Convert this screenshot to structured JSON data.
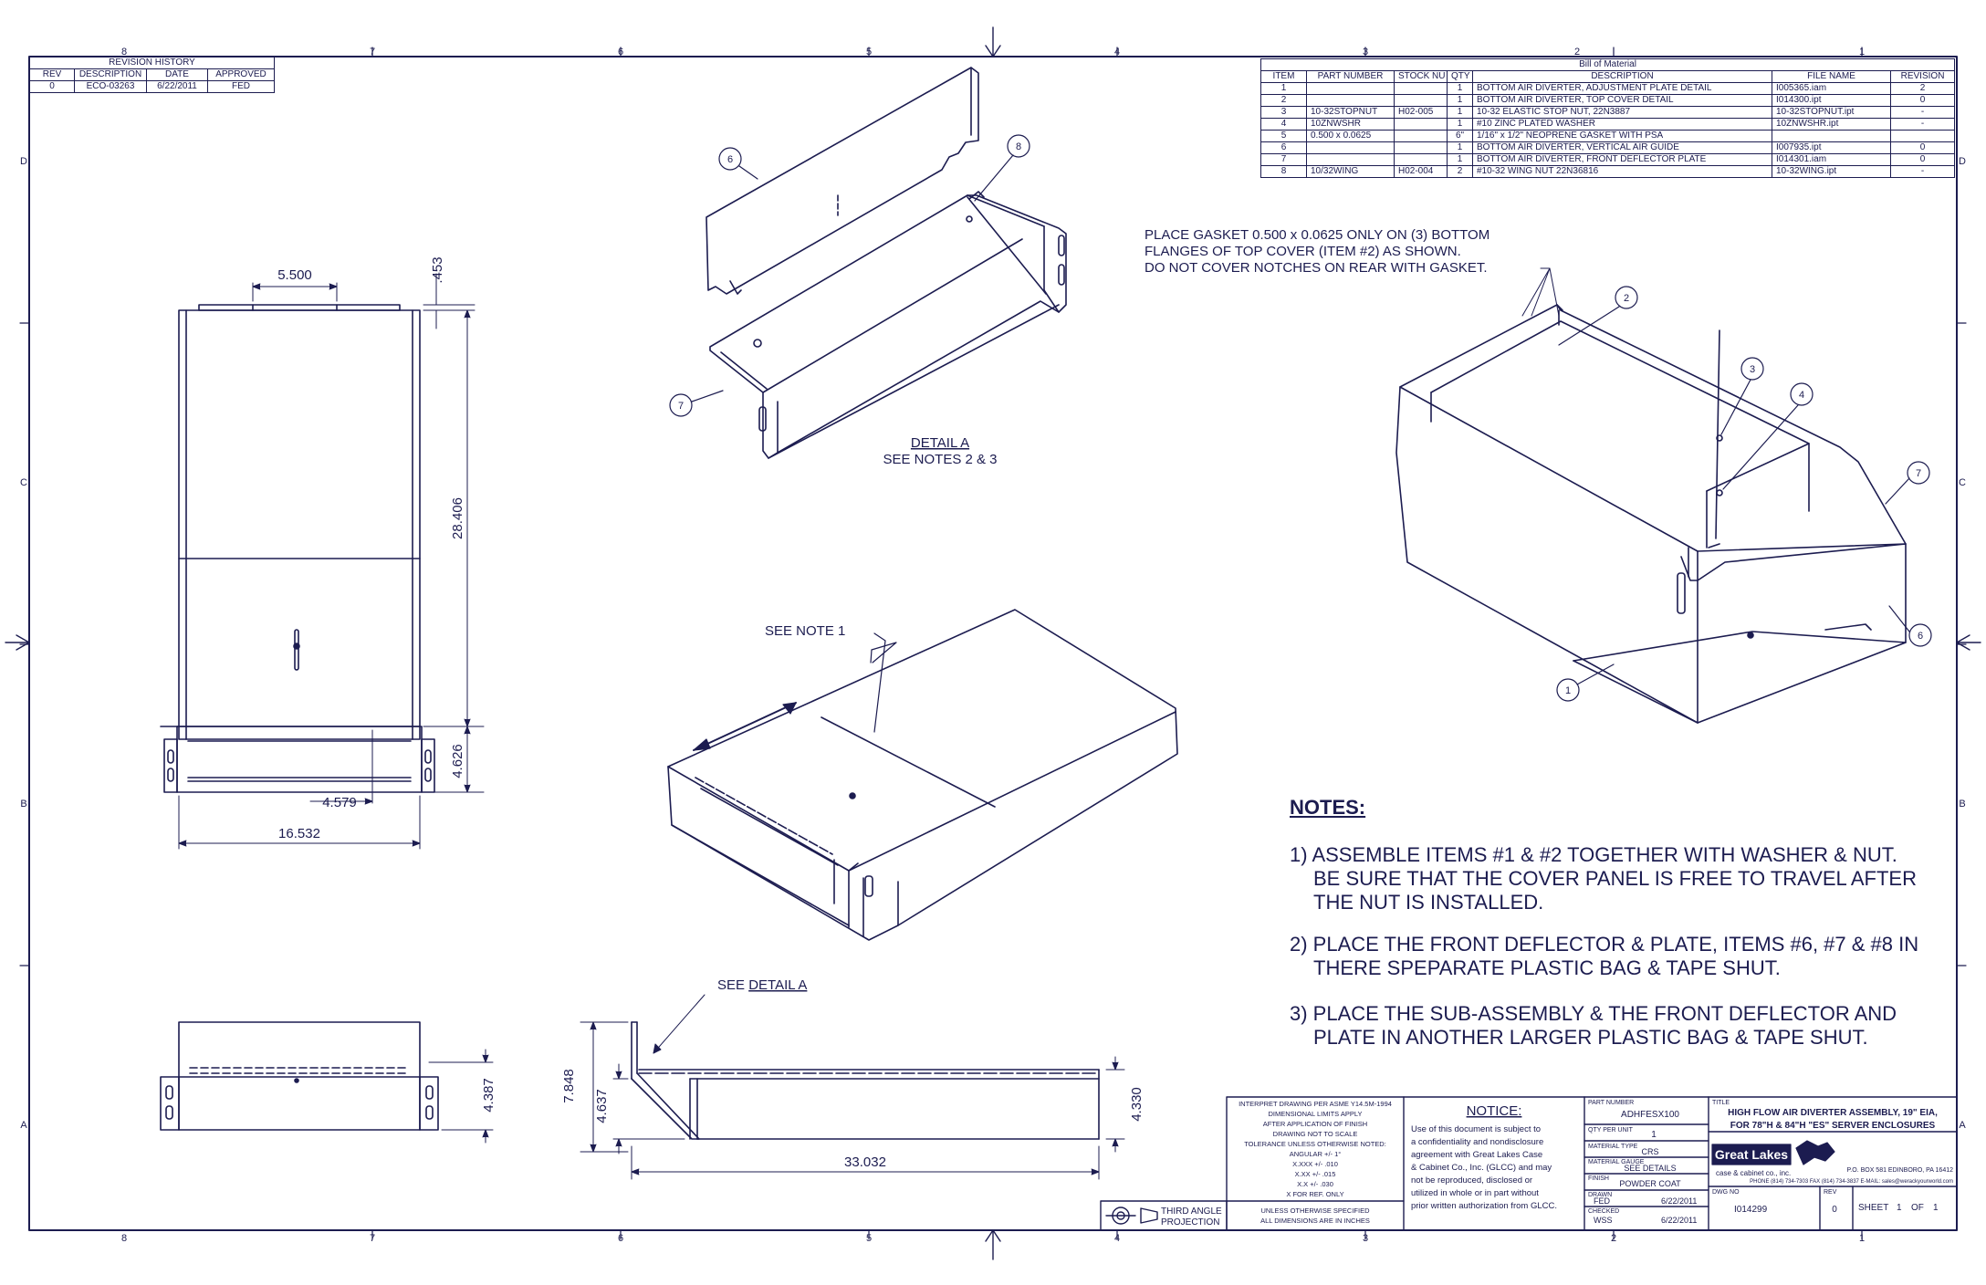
{
  "zones": {
    "columns": [
      "8",
      "7",
      "6",
      "5",
      "4",
      "3",
      "2",
      "1"
    ],
    "rows": [
      "D",
      "C",
      "B",
      "A"
    ]
  },
  "revision_history": {
    "title": "REVISION HISTORY",
    "headers": [
      "REV",
      "DESCRIPTION",
      "DATE",
      "APPROVED"
    ],
    "rows": [
      [
        "0",
        "ECO-03263",
        "6/22/2011",
        "FED"
      ]
    ]
  },
  "bill_of_material": {
    "title": "Bill of Material",
    "headers": [
      "ITEM",
      "PART NUMBER",
      "STOCK NU",
      "QTY",
      "DESCRIPTION",
      "FILE NAME",
      "REVISION"
    ],
    "rows": [
      [
        "1",
        "",
        "",
        "1",
        "BOTTOM AIR DIVERTER, ADJUSTMENT PLATE DETAIL",
        "I005365.iam",
        "2"
      ],
      [
        "2",
        "",
        "",
        "1",
        "BOTTOM AIR DIVERTER, TOP COVER DETAIL",
        "I014300.ipt",
        "0"
      ],
      [
        "3",
        "10-32STOPNUT",
        "H02-005",
        "1",
        "10-32 ELASTIC STOP NUT, 22N3887",
        "10-32STOPNUT.ipt",
        "-"
      ],
      [
        "4",
        "10ZNWSHR",
        "",
        "1",
        "#10 ZINC PLATED WASHER",
        "10ZNWSHR.ipt",
        "-"
      ],
      [
        "5",
        "0.500 x 0.0625",
        "",
        "6\"",
        "1/16\" x 1/2\" NEOPRENE GASKET WITH PSA",
        "",
        ""
      ],
      [
        "6",
        "",
        "",
        "1",
        "BOTTOM AIR DIVERTER, VERTICAL AIR GUIDE",
        "I007935.ipt",
        "0"
      ],
      [
        "7",
        "",
        "",
        "1",
        "BOTTOM AIR DIVERTER, FRONT DEFLECTOR PLATE",
        "I014301.iam",
        "0"
      ],
      [
        "8",
        "10/32WING",
        "H02-004",
        "2",
        "#10-32 WING NUT 22N36816",
        "10-32WING.ipt",
        "-"
      ]
    ]
  },
  "dimensions": {
    "top_width": "5.500",
    "top_offset": ".453",
    "height_main": "28.406",
    "height_lower": "4.626",
    "lower_offset": "4.579",
    "overall_width": "16.532",
    "front_height": "4.387",
    "side_height_total": "7.848",
    "side_height_small": "4.637",
    "side_depth": "33.032",
    "side_height_right": "4.330"
  },
  "callouts": {
    "detail_a_title": "DETAIL A",
    "detail_a_notes": "SEE NOTES 2 & 3",
    "see_note_1": "SEE NOTE 1",
    "see_detail_prefix": "SEE ",
    "see_detail_link": "DETAIL A",
    "gasket_note": [
      "PLACE GASKET 0.500 x 0.0625 ONLY ON (3) BOTTOM",
      "FLANGES OF TOP COVER (ITEM #2) AS SHOWN.",
      "DO NOT COVER NOTCHES ON REAR WITH GASKET."
    ],
    "balloons": {
      "detail_6": "6",
      "detail_8": "8",
      "detail_7": "7",
      "iso_2": "2",
      "iso_3": "3",
      "iso_4": "4",
      "iso_7": "7",
      "iso_6": "6",
      "iso_1": "1"
    }
  },
  "notes": {
    "title": "NOTES:",
    "items": [
      [
        "1) ASSEMBLE ITEMS #1 & #2 TOGETHER WITH WASHER & NUT.",
        "BE SURE THAT THE COVER PANEL IS FREE TO TRAVEL AFTER",
        "THE NUT IS INSTALLED."
      ],
      [
        "2) PLACE THE FRONT DEFLECTOR & PLATE, ITEMS #6, #7 & #8 IN",
        "THERE SPEPARATE PLASTIC BAG & TAPE SHUT."
      ],
      [
        "3) PLACE THE SUB-ASSEMBLY & THE FRONT DEFLECTOR AND",
        "PLATE IN ANOTHER LARGER PLASTIC BAG & TAPE SHUT."
      ]
    ]
  },
  "title_block": {
    "tolerance": [
      "INTERPRET DRAWING PER ASME Y14.5M-1994",
      "DIMENSIONAL LIMITS APPLY",
      "AFTER APPLICATION OF FINISH",
      "DRAWING NOT TO SCALE",
      "TOLERANCE UNLESS OTHERWISE NOTED:",
      "ANGULAR +/- 1°",
      "X.XXX +/- .010",
      "X.XX +/- .015",
      "X.X +/- .030",
      "X FOR REF. ONLY"
    ],
    "units_note": [
      "UNLESS OTHERWISE SPECIFIED",
      "ALL DIMENSIONS ARE IN INCHES"
    ],
    "projection": [
      "THIRD ANGLE",
      "PROJECTION"
    ],
    "notice_title": "NOTICE:",
    "notice_text": [
      "Use of this document is subject to",
      "a confidentiality and nondisclosure",
      "agreement with Great Lakes Case",
      "& Cabinet Co., Inc. (GLCC) and may",
      "not be reproduced, disclosed or",
      "utilized in whole or in part without",
      "prior written authorization from GLCC."
    ],
    "part_number_label": "PART NUMBER",
    "part_number": "ADHFESX100",
    "qty_label": "QTY PER UNIT",
    "qty": "1",
    "material_type_label": "MATERIAL TYPE",
    "material_type": "CRS",
    "material_gauge_label": "MATERIAL GAUGE",
    "material_gauge": "SEE DETAILS",
    "finish_label": "FINISH",
    "finish": "POWDER COAT",
    "drawn_label": "DRAWN",
    "drawn_by": "FED",
    "drawn_date": "6/22/2011",
    "checked_label": "CHECKED",
    "checked_by": "WSS",
    "checked_date": "6/22/2011",
    "title_label": "TITLE",
    "title_lines": [
      "HIGH FLOW AIR DIVERTER ASSEMBLY, 19\" EIA,",
      "FOR 78\"H & 84\"H \"ES\" SERVER ENCLOSURES"
    ],
    "company_logo": "Great Lakes",
    "company_sub": "case & cabinet co., inc.",
    "address": "P.O. BOX 581 EDINBORO, PA 16412",
    "phone": "PHONE (814) 734-7303 FAX (814) 734-3837 E-MAIL: sales@werackyourworld.com",
    "dwg_no_label": "DWG NO",
    "dwg_no": "I014299",
    "rev_label": "REV",
    "rev": "0",
    "sheet_label": "SHEET",
    "sheet": "1",
    "of_label": "OF",
    "of": "1"
  },
  "colors": {
    "ink": "#1c1c50",
    "paper": "#ffffff"
  }
}
